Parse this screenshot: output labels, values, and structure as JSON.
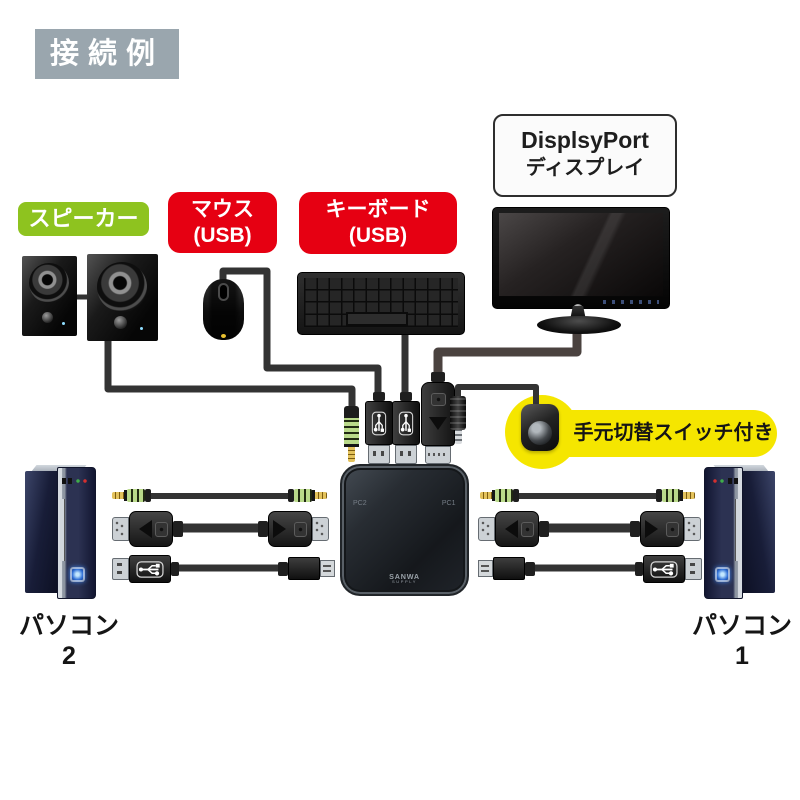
{
  "header": {
    "badge": "接続例"
  },
  "labels": {
    "speaker": "スピーカー",
    "mouse_line1": "マウス",
    "mouse_line2": "(USB)",
    "keyboard_line1": "キーボード",
    "keyboard_line2": "(USB)",
    "display_line1": "DisplsyPort",
    "display_line2": "ディスプレイ",
    "remote": "手元切替スイッチ付き",
    "pc_left": "パソコン2",
    "pc_right": "パソコン1"
  },
  "kvm": {
    "port_left": "PC2",
    "port_right": "PC1",
    "brand_line1": "SANWA",
    "brand_line2": "SUPPLY"
  },
  "colors": {
    "badge_bg": "#9aa6ae",
    "speaker_label_bg": "#8ec31f",
    "usb_label_bg": "#e60012",
    "remote_badge_bg": "#f5e600",
    "cable": "#333333",
    "monitor_cable": "#4a423f",
    "audio_plug_green": "#b9d98a",
    "plug_tip_gold": "#e3c25c",
    "pc_tower_navy": "#181d38",
    "logo_blue": "#2f6fd6"
  },
  "icons": {
    "usb_logo": "usb-trident-icon",
    "dp_arrow": "displayport-triangle-icon",
    "remote_button": "round-switch-button-icon"
  }
}
